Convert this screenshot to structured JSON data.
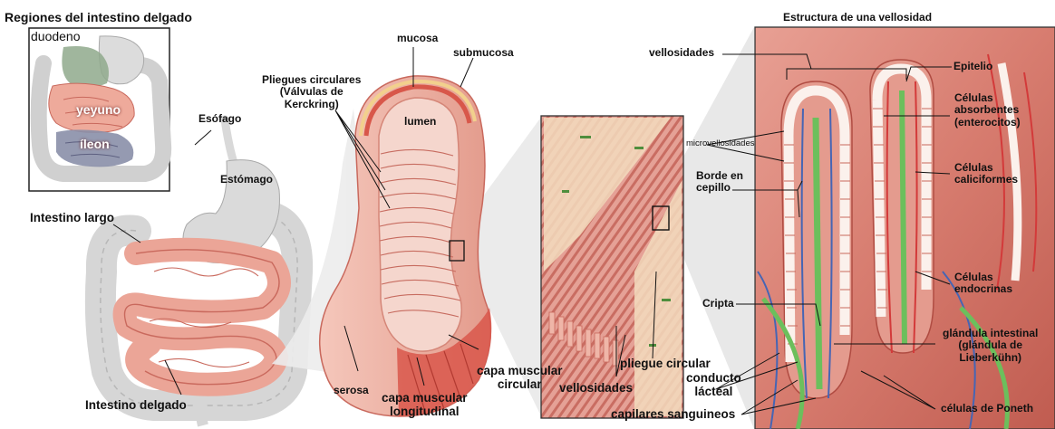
{
  "title_regions": "Regiones del intestino delgado",
  "title_villus": "Estructura de una vellosidad",
  "inset_labels": {
    "duodenum": "duodeno",
    "jejunum": "yeyuno",
    "ileum": "íleon"
  },
  "anatomy_labels": {
    "esophagus": "Esófago",
    "stomach": "Estómago",
    "large_intestine": "Intestino largo",
    "small_intestine": "Intestino delgado"
  },
  "section_labels": {
    "mucosa": "mucosa",
    "submucosa": "submucosa",
    "circular_folds": "Pliegues circulares\n(Válvulas de\nKerckring)",
    "lumen": "lumen",
    "serosa": "serosa",
    "circular_muscle": "capa muscular\ncircular",
    "longitudinal_muscle": "capa muscular\nlongitudinal"
  },
  "mid_labels": {
    "villi": "vellosidades",
    "circular_fold": "pliegue circular",
    "microvilli": "microvellosidades"
  },
  "villus_labels": {
    "villi": "vellosidades",
    "epithelium": "Epitelio",
    "absorptive_cells": "Células\nabsorbentes\n(enterocitos)",
    "brush_border": "Borde en\ncepillo",
    "goblet_cells": "Células\ncaliciformes",
    "endocrine_cells": "Células\nendocrinas",
    "crypt": "Cripta",
    "intestinal_gland": "glándula intestinal\n(glándula de\nLieberkühn)",
    "lacteal": "conducto\nlácteal",
    "capillaries": "capilares sanguineos",
    "paneth_cells": "células de Poneth"
  },
  "colors": {
    "tissue": "#eeb1a3",
    "tissue_dark": "#c9695d",
    "muscle": "#d9574b",
    "gray_organ": "#d9d9d9",
    "duodenum_green": "#8fa98c",
    "ileum_purple": "#8a8fa8",
    "blood_red": "#d33a3a",
    "vein_blue": "#4665b4",
    "lacteal_green": "#6cbf5c",
    "cell_white": "#fbf1ec",
    "wedge_gray": "#e6e6e6"
  },
  "icons": [
    "intestine-illustration",
    "cross-section-illustration",
    "villus-illustration"
  ]
}
